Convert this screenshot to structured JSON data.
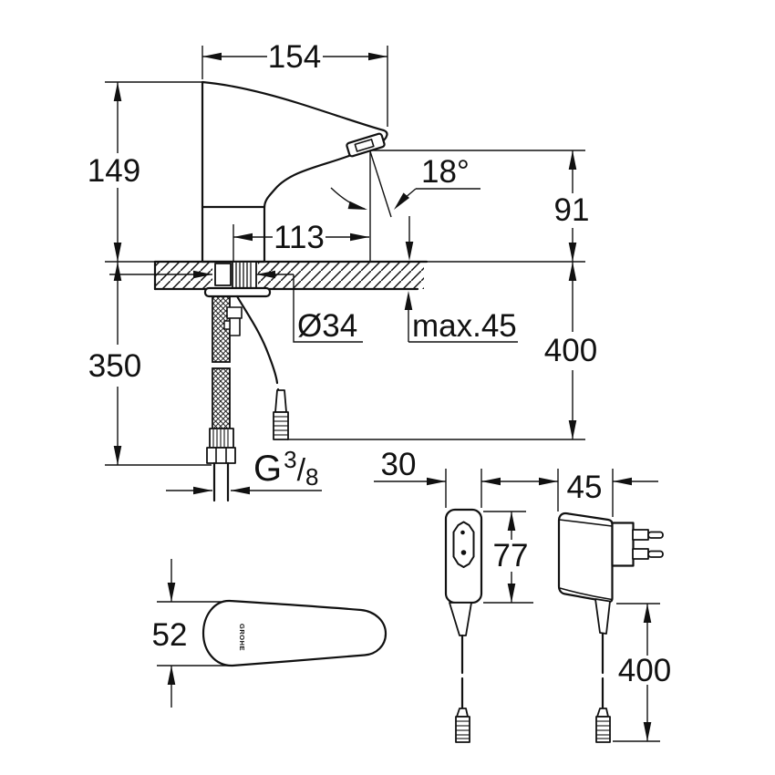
{
  "drawing_type": "technical dimension drawing - sensor faucet with power adapter",
  "dims": {
    "spout_length": "154",
    "height_above_deck": "149",
    "spray_angle": "18°",
    "outlet_height": "91",
    "spout_reach": "113",
    "hole_diameter": "Ø34",
    "max_deck_thickness": "max.45",
    "hose_length": "350",
    "cable_length_right": "400",
    "thread_letter": "G",
    "thread_numerator": "3",
    "thread_slash": "/",
    "thread_denominator": "8",
    "top_view_width": "52",
    "adapter_front_width": "30",
    "adapter_depth": "45",
    "adapter_height": "77",
    "adapter_cable_length": "400"
  },
  "logo": "GROHE",
  "colors": {
    "line": "#111111",
    "background": "#ffffff"
  }
}
